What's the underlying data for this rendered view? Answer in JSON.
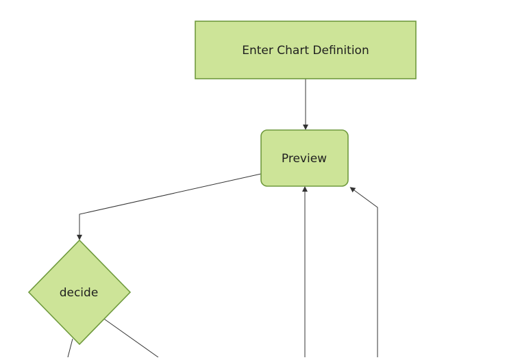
{
  "diagram": {
    "type": "flowchart",
    "orientation": "top-down",
    "nodes": {
      "enter_chart_definition": {
        "label": "Enter Chart Definition",
        "shape": "rectangle"
      },
      "preview": {
        "label": "Preview",
        "shape": "rounded-rectangle"
      },
      "decide": {
        "label": "decide",
        "shape": "diamond"
      }
    },
    "edges": [
      {
        "from": "enter_chart_definition",
        "to": "preview",
        "arrowhead": true
      },
      {
        "from": "preview",
        "to": "decide",
        "arrowhead": true
      },
      {
        "from": "off_screen_bottom_center",
        "to": "preview",
        "arrowhead": true
      },
      {
        "from": "off_screen_bottom_right",
        "to": "preview",
        "arrowhead": true
      },
      {
        "from": "decide",
        "to": "off_screen_bottom_right",
        "arrowhead": false
      },
      {
        "from": "decide",
        "to": "off_screen_bottom_left",
        "arrowhead": false
      }
    ]
  },
  "colors": {
    "background": "#ffffff",
    "node_fill": "#cde498",
    "node_border": "#6f9a3d",
    "edge_color": "#333333",
    "text_color": "#1f1f1f"
  }
}
